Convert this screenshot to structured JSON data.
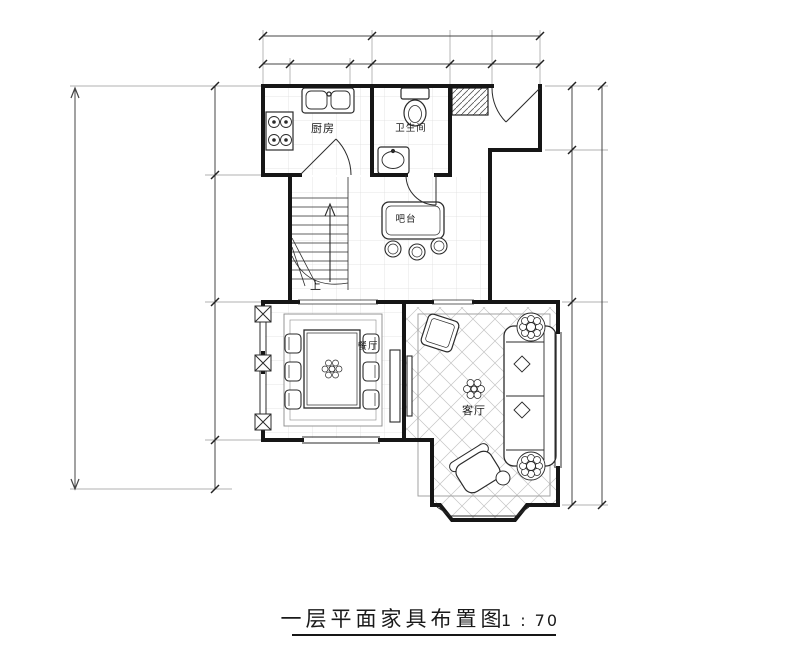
{
  "drawing": {
    "title": "一层平面家具布置图",
    "scale": "1 : 70"
  },
  "rooms": {
    "kitchen": "厨房",
    "bathroom": "卫生间",
    "bar": "吧台",
    "dining": "餐厅",
    "living": "客厅"
  },
  "stairs": {
    "direction_label": "上"
  },
  "colors": {
    "background": "#ffffff",
    "wall": "#161616",
    "furniture": "#2b2b2b",
    "floor_grid": "#dcdcdc",
    "diagonal_tile": "#c4c4c4",
    "dimension": "#444444"
  }
}
